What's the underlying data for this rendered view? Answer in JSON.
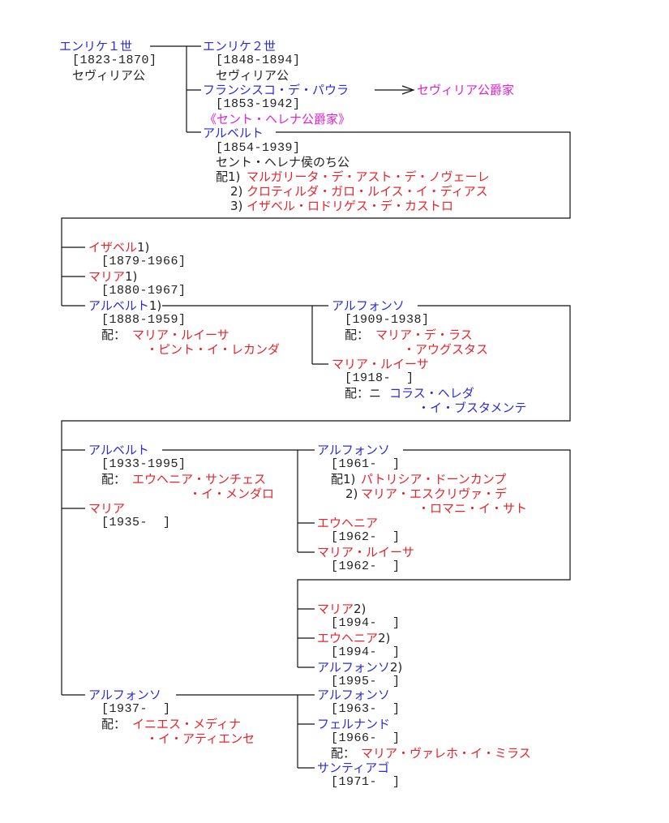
{
  "title": "Sevilla ducal family tree",
  "colors": {
    "male": "#2b2bd9",
    "female": "#e8232a",
    "house": "#e020d0",
    "text": "#222222"
  },
  "nodes": {
    "enrique1": {
      "name": "エンリケ１世",
      "dates": "[1823-1870]",
      "title": "セヴィリア公"
    },
    "enrique2": {
      "name": "エンリケ２世",
      "dates": "[1848-1894]",
      "title": "セヴィリア公"
    },
    "francisco": {
      "name": "フランシスコ・デ・パウラ",
      "dates": "[1853-1942]",
      "house": "《セント・ヘレナ公爵家》",
      "arrow_target": "セヴィリア公爵家"
    },
    "alberto1": {
      "name": "アルベルト",
      "dates": "[1854-1939]",
      "title": "セント・ヘレナ侯のち公",
      "spouse_prefix1": "配1)",
      "spouse1": "マルガリータ・デ・アスト・デ・ノヴェーレ",
      "spouse_prefix2": "2)",
      "spouse2": "クロティルダ・ガロ・ルイス・イ・ディアス",
      "spouse_prefix3": "3)",
      "spouse3": "イザベル・ロドリゲス・デ・カストロ"
    },
    "isabel": {
      "name": "イザベル",
      "mark": "1)",
      "dates": "[1879-1966]"
    },
    "maria1880": {
      "name": "マリア",
      "mark": "1)",
      "dates": "[1880-1967]"
    },
    "alberto2": {
      "name": "アルベルト",
      "mark": "1)",
      "dates": "[1888-1959]",
      "spouse_prefix": "配：",
      "spouse_line1": "マリア・ルイーサ",
      "spouse_line2": "・ピント・イ・レカンダ"
    },
    "alfonso1909": {
      "name": "アルフォンソ",
      "dates": "[1909-1938]",
      "spouse_prefix": "配：",
      "spouse_line1": "マリア・デ・ラス",
      "spouse_line2": "・アウグスタス"
    },
    "marialuisa1918": {
      "name": "マリア・ルイーサ",
      "dates": "[1918-  ]",
      "spouse_prefix": "配：ニ",
      "spouse_line1": "コラス・ヘレダ",
      "spouse_line2": "・イ・ブスタメンテ"
    },
    "alberto1933": {
      "name": "アルベルト",
      "dates": "[1933-1995]",
      "spouse_prefix": "配：",
      "spouse_line1": "エウヘニア・サンチェス",
      "spouse_line2": "・イ・メンダロ"
    },
    "maria1935": {
      "name": "マリア",
      "dates": "[1935-  ]"
    },
    "alfonso1961": {
      "name": "アルフォンソ",
      "dates": "[1961-  ]",
      "spouse_prefix1": "配1)",
      "spouse1": "パトリシア・ドーンカンプ",
      "spouse_prefix2": "2)",
      "spouse2_line1": "マリア・エスクリヴァ・デ",
      "spouse2_line2": "・ロマニ・イ・サト"
    },
    "eugenia1962": {
      "name": "エウヘニア",
      "dates": "[1962-  ]"
    },
    "marialuisa1962": {
      "name": "マリア・ルイーサ",
      "dates": "[1962-  ]"
    },
    "maria1994": {
      "name": "マリア",
      "mark": "2)",
      "dates": "[1994-  ]"
    },
    "eugenia1994": {
      "name": "エウヘニア",
      "mark": "2)",
      "dates": "[1994-  ]"
    },
    "alfonso1995": {
      "name": "アルフォンソ",
      "mark": "2)",
      "dates": "[1995-  ]"
    },
    "alfonso1937": {
      "name": "アルフォンソ",
      "dates": "[1937-  ]",
      "spouse_prefix": "配：",
      "spouse_line1": "イニエス・メディナ",
      "spouse_line2": "・イ・アティエンセ"
    },
    "alfonso1963": {
      "name": "アルフォンソ",
      "dates": "[1963-  ]"
    },
    "fernando": {
      "name": "フェルナンド",
      "dates": "[1966-  ]",
      "spouse_prefix": "配：",
      "spouse": "マリア・ヴァレホ・イ・ミラス"
    },
    "santiago": {
      "name": "サンティアゴ",
      "dates": "[1971-  ]"
    }
  }
}
